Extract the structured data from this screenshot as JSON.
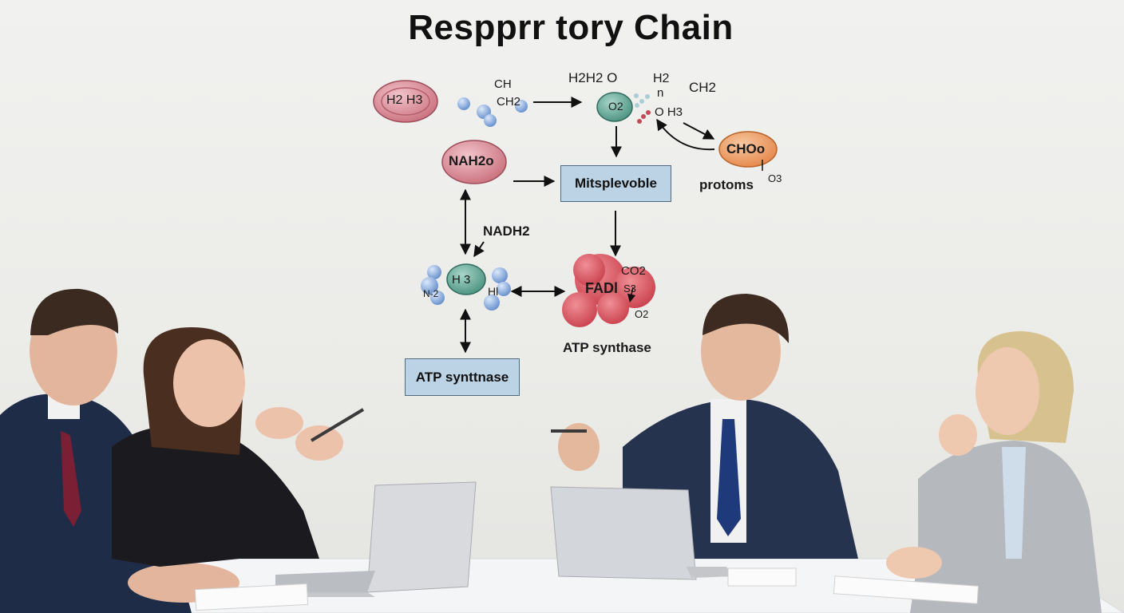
{
  "diagram": {
    "title": "Respprr tory Chain",
    "labels": {
      "pink_molecule": "H⁡2 H3",
      "ch_top": "CH",
      "ch2_left": "CH2",
      "h2h2o": "H2H2 O",
      "o2_node": "O2",
      "h2_top": "H2",
      "n_mark": "n",
      "o_h3": "O H3",
      "ch2_right": "CH2",
      "choo": "CHOo",
      "o3": "O3",
      "protoms": "protoms",
      "nah2o": "NAH⁢2o",
      "mitsplevoble": "Mitsplevoble",
      "nadh2": "NADH2",
      "h3_node": "H 3",
      "n2": "N-2",
      "hl": "Hl",
      "fadl": "FADl",
      "co2": "CO2",
      "s3": "S3",
      "o2_bottom": "O2",
      "atp_synthase": "ATP synthase",
      "atp_syntinase": "ATP synttnase"
    }
  },
  "colors": {
    "pink": "#d98c98",
    "teal": "#5ea595",
    "orange": "#eb9d62",
    "red": "#d85560",
    "blue_bead": "#8fb0df",
    "box_fill": "#bcd3e6"
  }
}
